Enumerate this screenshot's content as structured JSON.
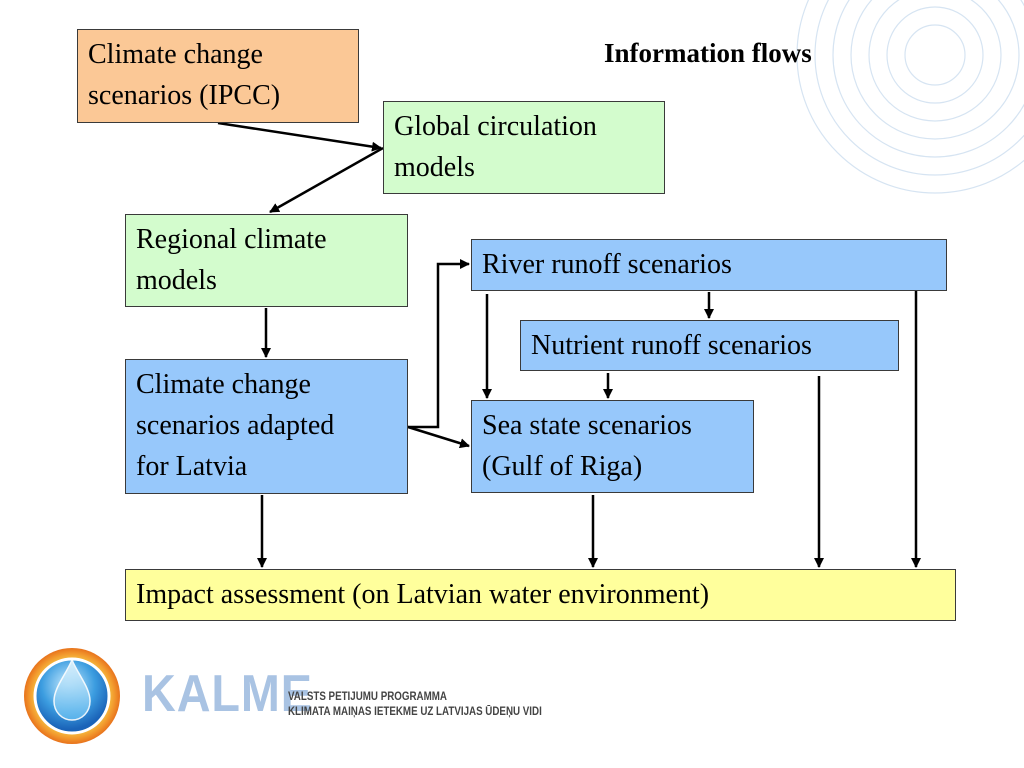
{
  "slide": {
    "title": "Information flows"
  },
  "boxes": {
    "ipcc": {
      "lines": [
        "Climate change",
        "scenarios (IPCC)"
      ]
    },
    "gcm": {
      "lines": [
        "Global circulation",
        "models"
      ]
    },
    "rcm": {
      "lines": [
        "Regional climate",
        "models"
      ]
    },
    "river": {
      "lines": [
        "River runoff scenarios"
      ]
    },
    "nutrient": {
      "lines": [
        "Nutrient runoff scenarios"
      ]
    },
    "adapted": {
      "lines": [
        "Climate change",
        "scenarios adapted",
        "for Latvia"
      ]
    },
    "sea": {
      "lines": [
        "Sea state scenarios",
        "(Gulf of Riga)"
      ]
    },
    "impact": {
      "lines": [
        "Impact assessment (on Latvian water environment)"
      ]
    }
  },
  "logo": {
    "name": "KALME",
    "subtitle_line1": "VALSTS PĒTĪJUMU PROGRAMMA",
    "subtitle_line2": "KLIMATA MAIŅAS IETEKME UZ LATVIJAS ŪDEŅU VIDI"
  },
  "colors": {
    "orange_box": "#fbc896",
    "green_box": "#d3fccd",
    "blue_box": "#97c8fb",
    "yellow_box": "#ffff9c",
    "arrow": "#000000",
    "logo_text": "#a9c3e3"
  },
  "icons": {
    "logo_emblem": "water-drop-icon",
    "background": "concentric-circles-decoration"
  }
}
